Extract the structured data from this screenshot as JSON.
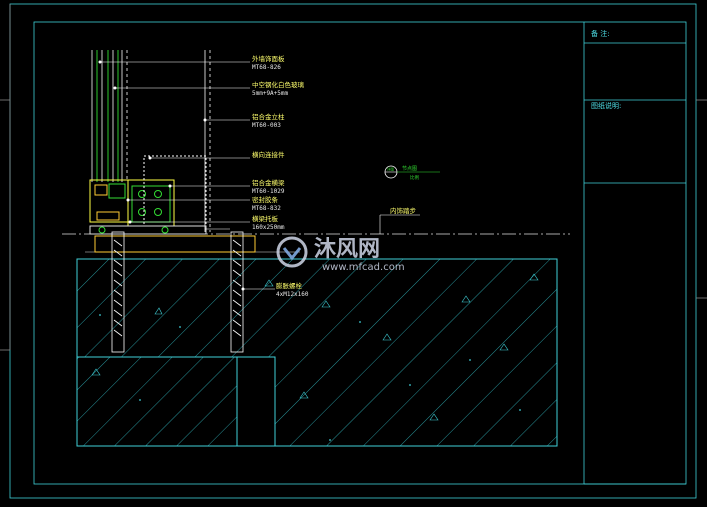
{
  "title_block": {
    "field_1": "备 注:",
    "field_2": "图纸说明:"
  },
  "callouts": [
    {
      "line1": "外墙饰面板",
      "line2": "MT68-826"
    },
    {
      "line1": "中空钢化白色玻璃",
      "line2": "5mm+9A+5mm"
    },
    {
      "line1": "铝合金立柱",
      "line2": "MT60-003"
    },
    {
      "line1": "横向连接件"
    },
    {
      "line1": "铝合金横梁",
      "line2": "MT60-1029"
    },
    {
      "line1": "密封胶条",
      "line2": "MT68-832"
    },
    {
      "line1": "横梁托板",
      "line2": "160x250mm"
    },
    {
      "line1": "膨胀螺栓",
      "line2": "4xM12x160"
    }
  ],
  "right_label": "内饰踏步",
  "section_marker": {
    "symbol": "详图",
    "caption": "节点图",
    "sub": "比例"
  },
  "watermark": {
    "brand": "沐风网",
    "url": "www.mfcad.com"
  },
  "colors": {
    "background": "#000000",
    "frame": "#3fd0d8",
    "annotation": "#ffff6e",
    "green": "#33dd33",
    "concrete": "#3fd0d8"
  }
}
